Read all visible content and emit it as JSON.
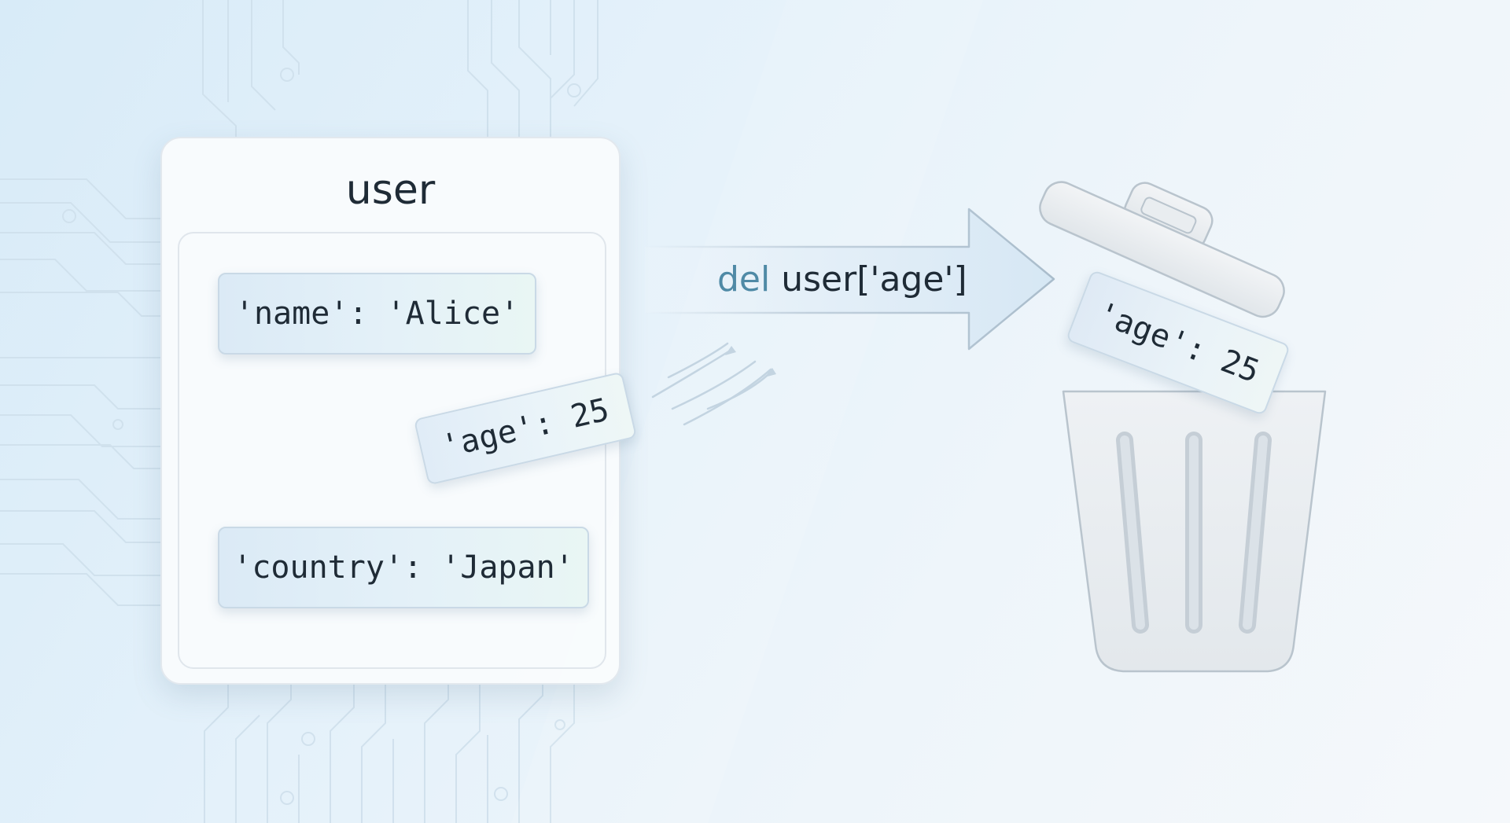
{
  "dict": {
    "title": "user",
    "entries": {
      "name": "'name': 'Alice'",
      "age": "'age': 25",
      "country": "'country': 'Japan'"
    }
  },
  "operation": {
    "keyword": "del",
    "expression": "user['age']"
  },
  "trash": {
    "entry": "'age': 25"
  },
  "colors": {
    "keyword": "#4f8aa6",
    "text": "#1f2b36",
    "entry_border": "#c9d9e6",
    "trash_stroke": "#b9c4cd"
  },
  "icons": [
    "circuit-pattern",
    "arrow-right",
    "motion-lines",
    "trash-can-icon"
  ]
}
